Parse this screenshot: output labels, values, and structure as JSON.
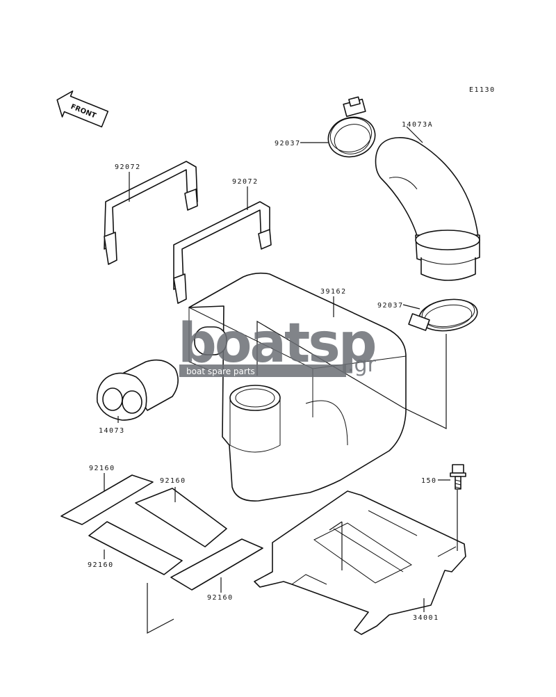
{
  "diagram_code": "E1130",
  "front_label": "FRONT",
  "watermark": {
    "brand_text": "boatsp",
    "domain_suffix": ".gr",
    "tagline": "boat spare parts"
  },
  "callouts": [
    {
      "id": "c1",
      "text": "92037"
    },
    {
      "id": "c2",
      "text": "14073A"
    },
    {
      "id": "c3",
      "text": "92072"
    },
    {
      "id": "c4",
      "text": "92072"
    },
    {
      "id": "c5",
      "text": "39162"
    },
    {
      "id": "c6",
      "text": "92037"
    },
    {
      "id": "c7",
      "text": "14073"
    },
    {
      "id": "c8",
      "text": "92160"
    },
    {
      "id": "c9",
      "text": "92160"
    },
    {
      "id": "c10",
      "text": "150"
    },
    {
      "id": "c11",
      "text": "92160"
    },
    {
      "id": "c12",
      "text": "92160"
    },
    {
      "id": "c13",
      "text": "34001"
    }
  ]
}
